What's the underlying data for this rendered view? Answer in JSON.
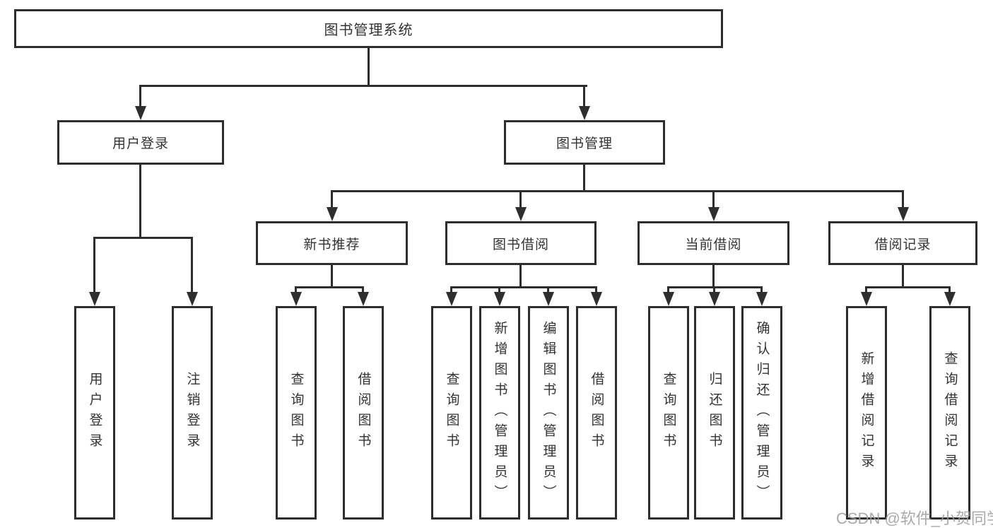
{
  "tree": {
    "root": {
      "label": "图书管理系统",
      "children": [
        {
          "label": "用户登录",
          "children": [
            {
              "label": "用户登录"
            },
            {
              "label": "注销登录"
            }
          ]
        },
        {
          "label": "图书管理",
          "children": [
            {
              "label": "新书推荐",
              "children": [
                {
                  "label": "查询图书"
                },
                {
                  "label": "借阅图书"
                }
              ]
            },
            {
              "label": "图书借阅",
              "children": [
                {
                  "label": "查询图书"
                },
                {
                  "label": "新增图书（管理员）"
                },
                {
                  "label": "编辑图书（管理员）"
                },
                {
                  "label": "借阅图书"
                }
              ]
            },
            {
              "label": "当前借阅",
              "children": [
                {
                  "label": "查询图书"
                },
                {
                  "label": "归还图书"
                },
                {
                  "label": "确认归还（管理员）"
                }
              ]
            },
            {
              "label": "借阅记录",
              "children": [
                {
                  "label": "新增借阅记录"
                },
                {
                  "label": "查询借阅记录"
                }
              ]
            }
          ]
        }
      ]
    }
  },
  "colors": {
    "line": "#2e2e2e",
    "text": "#333333",
    "background": "#ffffff",
    "watermark": "#9e9e9e"
  },
  "watermark": {
    "text": "CSDN @软件_小贺同学"
  }
}
